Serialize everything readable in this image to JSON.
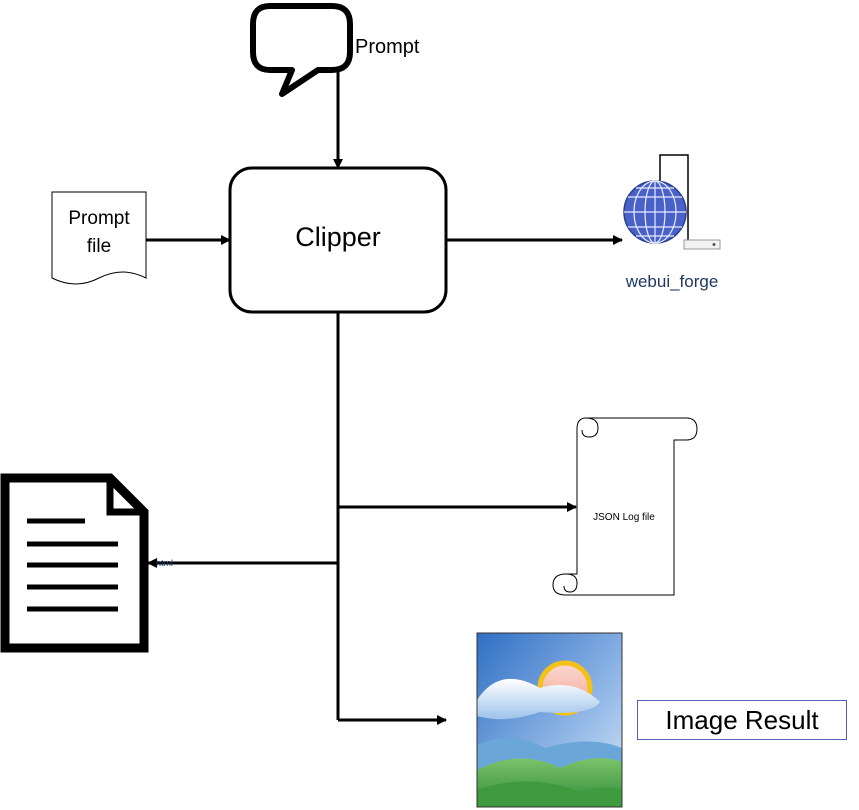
{
  "nodes": {
    "prompt": "Prompt",
    "clipper": "Clipper",
    "prompt_file": [
      "Prompt",
      "file"
    ],
    "webui": "webui_forge",
    "json_log": "JSON Log file",
    "image_result": "Image Result",
    "html_file": "html"
  },
  "colors": {
    "stroke": "#000000",
    "globe": "#4a62c8",
    "webui_text": "#1f3864",
    "result_border": "#4f62b5"
  },
  "icons": {
    "prompt": "speech-bubble-icon",
    "prompt_file": "document-icon",
    "webui": "globe-server-icon",
    "json_log": "scroll-icon",
    "html_file": "text-document-icon",
    "image_result": "landscape-picture-icon"
  }
}
